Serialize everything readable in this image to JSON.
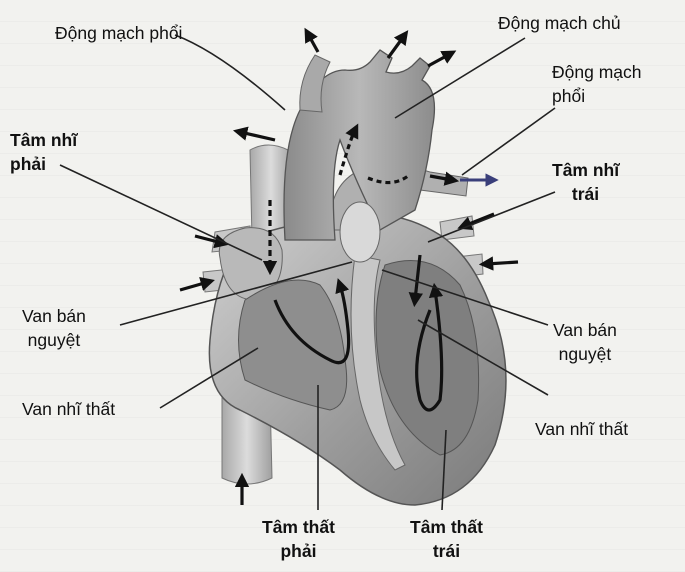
{
  "labels": {
    "pulmonary_artery_top": "Động mạch phổi",
    "aorta": "Động mạch chủ",
    "pulmonary_artery_right_l1": "Động mạch",
    "pulmonary_artery_right_l2": "phổi",
    "right_atrium_l1": "Tâm nhĩ",
    "right_atrium_l2": "phải",
    "left_atrium_l1": "Tâm nhĩ",
    "left_atrium_l2": "trái",
    "semilunar_left_l1": "Van bán",
    "semilunar_left_l2": "nguyệt",
    "semilunar_right_l1": "Van bán",
    "semilunar_right_l2": "nguyệt",
    "av_valve_left": "Van nhĩ thất",
    "av_valve_right": "Van nhĩ thất",
    "right_ventricle_l1": "Tâm thất",
    "right_ventricle_l2": "phải",
    "left_ventricle_l1": "Tâm thất",
    "left_ventricle_l2": "trái"
  },
  "colors": {
    "heart_light": "#c9c9c9",
    "heart_mid": "#9d9d9d",
    "heart_dark": "#6f6f6f",
    "arrow": "#111111",
    "pulmonary_arrow": "#3a3f7a"
  }
}
